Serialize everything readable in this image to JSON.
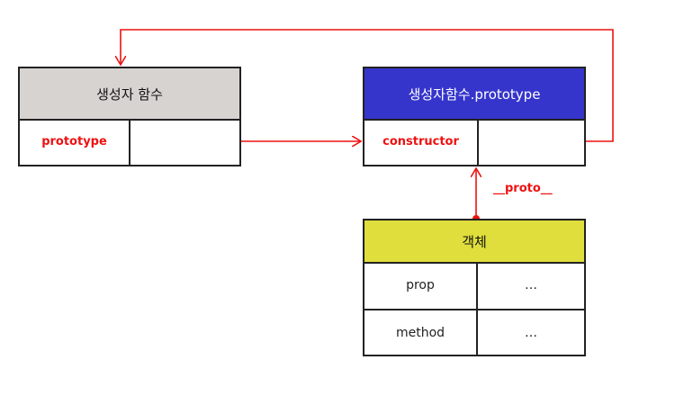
{
  "constructor_box": {
    "title": "생성자 함수",
    "property_name": "prototype",
    "property_value": ""
  },
  "prototype_box": {
    "title": "생성자함수.prototype",
    "property_name": "constructor",
    "property_value": ""
  },
  "object_box": {
    "title": "객체",
    "rows": [
      {
        "key": "prop",
        "value": "…"
      },
      {
        "key": "method",
        "value": "…"
      }
    ]
  },
  "proto_link_label": "__proto__",
  "colors": {
    "link": "#ee1111",
    "constructor_header": "#d6d3d1",
    "prototype_header": "#3535cc",
    "object_header": "#dfde3c"
  }
}
